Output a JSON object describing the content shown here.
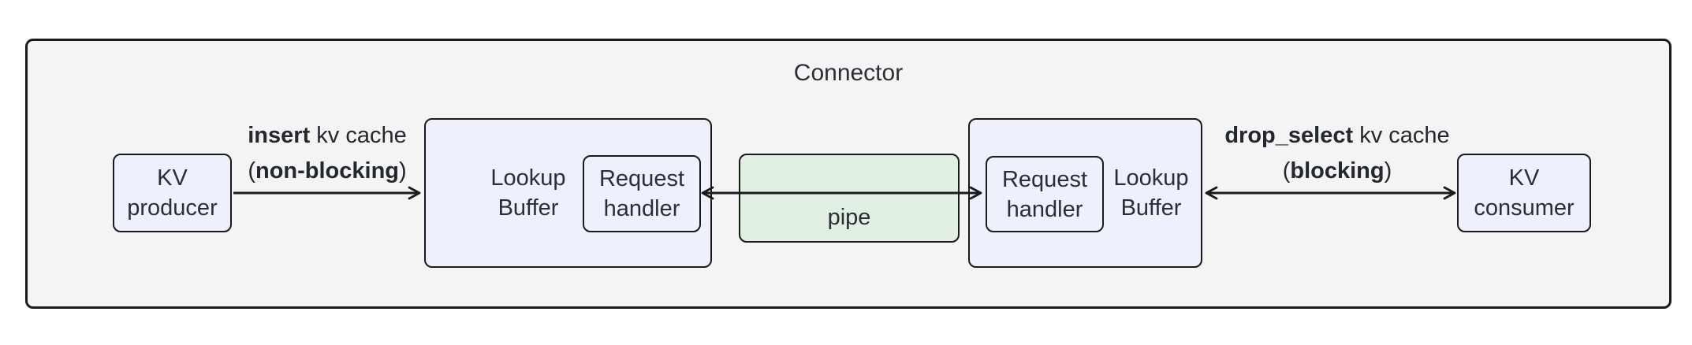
{
  "diagram": {
    "title": "Connector",
    "nodes": {
      "kv_producer": "KV\nproducer",
      "lookup_buffer_left": "Lookup\nBuffer",
      "request_handler_left": "Request\nhandler",
      "pipe": "pipe",
      "request_handler_right": "Request\nhandler",
      "lookup_buffer_right": "Lookup\nBuffer",
      "kv_consumer": "KV\nconsumer"
    },
    "edges": {
      "insert": {
        "line1_bold": "insert",
        "line1_rest": " kv cache",
        "line2_pre": "(",
        "line2_bold": "non-blocking",
        "line2_post": ")"
      },
      "drop_select": {
        "line1_bold": "drop_select",
        "line1_rest": " kv cache",
        "line2_pre": "(",
        "line2_bold": "blocking",
        "line2_post": ")"
      }
    },
    "colors": {
      "container_fill": "#f4f4f4",
      "node_fill": "#eef0fb",
      "pipe_fill": "#e2f0e3",
      "border": "#1a1a1a",
      "text": "#2a2e36"
    }
  }
}
